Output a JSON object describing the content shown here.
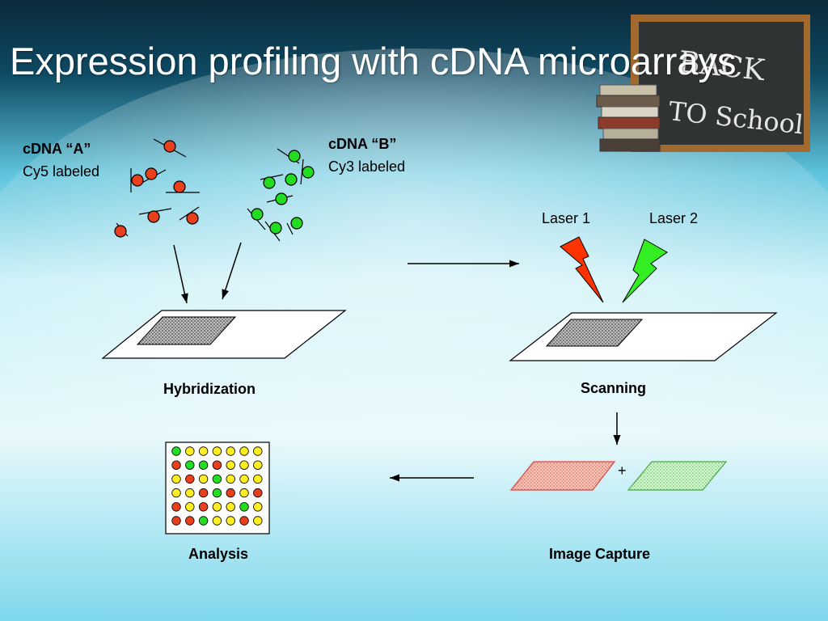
{
  "slide": {
    "title": "Expression profiling with cDNA microarrays",
    "colors": {
      "red_dot": "#e8401c",
      "green_dot": "#22dd22",
      "yellow_dot": "#ffee22",
      "laser1": "#ff3300",
      "laser2": "#33ee22"
    }
  },
  "chalkboard": {
    "line1": "BACK",
    "line2": "TO School"
  },
  "labels": {
    "cdna_a_title": "cDNA “A”",
    "cdna_a_sub": "Cy5 labeled",
    "cdna_b_title": "cDNA “B”",
    "cdna_b_sub": "Cy3 labeled",
    "laser1": "Laser 1",
    "laser2": "Laser 2",
    "plus": "+"
  },
  "steps": {
    "hybridization": "Hybridization",
    "scanning": "Scanning",
    "image_capture": "Image Capture",
    "analysis": "Analysis"
  },
  "analysis_grid": [
    [
      "green",
      "yellow",
      "yellow",
      "yellow",
      "yellow",
      "yellow",
      "yellow"
    ],
    [
      "red",
      "green",
      "green",
      "red",
      "yellow",
      "yellow",
      "yellow"
    ],
    [
      "yellow",
      "red",
      "yellow",
      "green",
      "yellow",
      "yellow",
      "yellow"
    ],
    [
      "yellow",
      "yellow",
      "red",
      "green",
      "red",
      "yellow",
      "red"
    ],
    [
      "red",
      "yellow",
      "red",
      "yellow",
      "yellow",
      "green",
      "yellow"
    ],
    [
      "red",
      "red",
      "green",
      "yellow",
      "yellow",
      "red",
      "yellow"
    ]
  ]
}
